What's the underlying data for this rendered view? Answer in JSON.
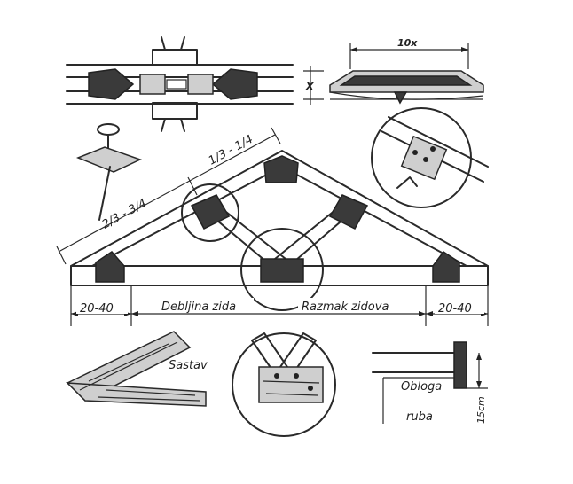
{
  "labels": {
    "dim_10x": "10x",
    "dim_x": "X",
    "ratio_top": "1/3 - 1/4",
    "ratio_left": "2/3 - 3/4",
    "eave_left": "20-40",
    "eave_right": "20-40",
    "wall_thickness": "Debljina zida",
    "wall_spacing": "Razmak zidova",
    "joint": "Sastav",
    "edge_cover_1": "Obloga",
    "edge_cover_2": "ruba",
    "edge_dim": "15cm"
  },
  "colors": {
    "ink": "#2a2a2a",
    "plate": "#3a3a3a",
    "paper": "#ffffff"
  }
}
